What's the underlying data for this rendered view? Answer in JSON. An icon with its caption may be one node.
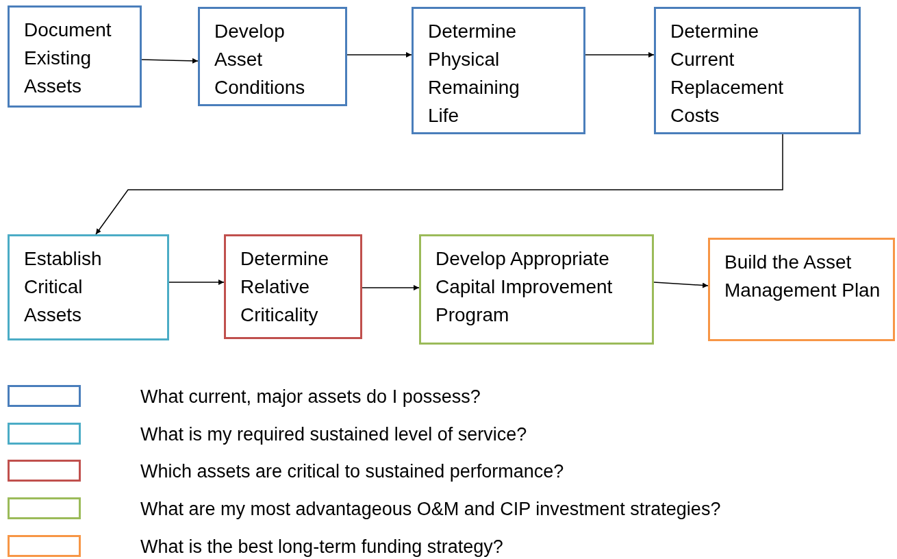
{
  "diagram": {
    "nodes": [
      {
        "text": [
          "Document Existing Assets"
        ]
      },
      {
        "text": [
          "Develop Asset Conditions"
        ]
      },
      {
        "text": [
          "Determine Physical Remaining Life"
        ]
      },
      {
        "text": [
          "Determine Current Replacement Costs"
        ]
      },
      {
        "text": [
          "Establish Critical Assets"
        ]
      },
      {
        "text": [
          "Determine Relative Criticality"
        ]
      },
      {
        "text": [
          "Develop Appropriate Capital Improvement Program"
        ]
      },
      {
        "text": [
          "Build the Asset Management Plan"
        ]
      }
    ],
    "edges": [
      {
        "from": 0,
        "to": 1,
        "arrow": "to"
      },
      {
        "from": 1,
        "to": 2,
        "arrow": "to"
      },
      {
        "from": 2,
        "to": 3,
        "arrow": "to"
      },
      {
        "from": 3,
        "to": 4,
        "arrow": "to"
      },
      {
        "from": 4,
        "to": 5,
        "arrow": "to"
      },
      {
        "from": 5,
        "to": 6,
        "arrow": "to"
      },
      {
        "from": 6,
        "to": 7,
        "arrow": "to"
      }
    ],
    "legend": [
      {
        "text": "What current, major assets do I possess?",
        "color": "#4a7ebb"
      },
      {
        "text": "What is my required sustained level of service?",
        "color": "#4bacc6"
      },
      {
        "text": "Which assets are critical to sustained performance?",
        "color": "#c0504d"
      },
      {
        "text": "What are my most advantageous O&M and CIP investment strategies?",
        "color": "#9bbb59"
      },
      {
        "text": "What is the best long-term funding strategy?",
        "color": "#f79646"
      }
    ]
  }
}
